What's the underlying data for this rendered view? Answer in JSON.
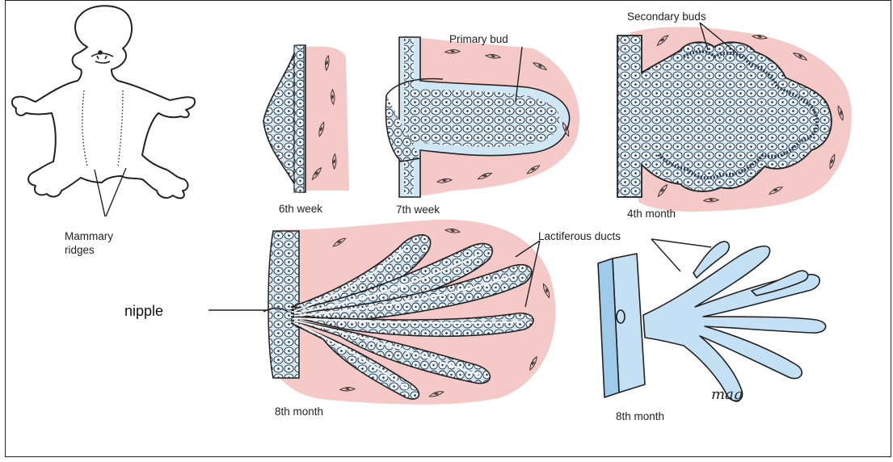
{
  "labels": {
    "mammary_ridges_line1": "Mammary",
    "mammary_ridges_line2": "ridges",
    "week6": "6th week",
    "week7": "7th week",
    "primary_bud": "Primary bud",
    "secondary_buds": "Secondary buds",
    "month4": "4th month",
    "lactiferous_ducts": "Lactiferous ducts",
    "nipple": "nipple",
    "month8_left": "8th month",
    "month8_right": "8th month",
    "artist_signature": "mag"
  },
  "colors": {
    "stroma_pink": "#f6c9c9",
    "epithelium_blue": "#cfe6f5",
    "cell_fill": "#e2eef7",
    "outline": "#1e1e1e",
    "duct_blue": "#c4e0f4"
  }
}
